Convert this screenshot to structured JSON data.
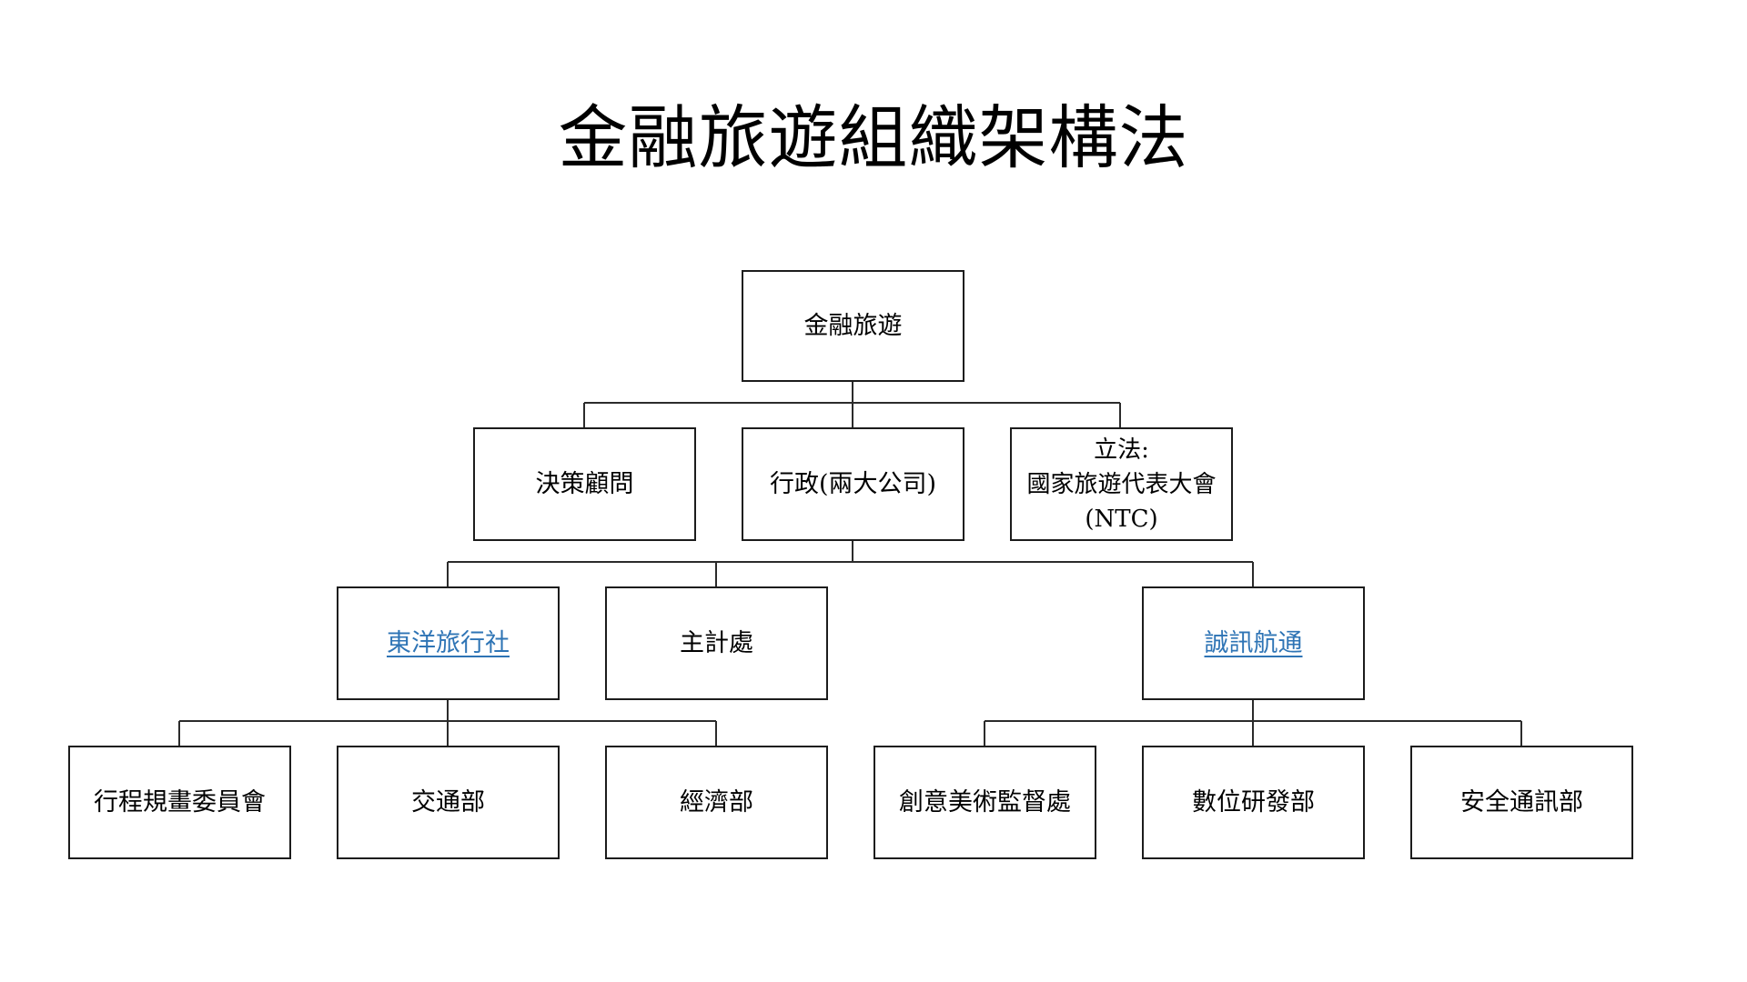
{
  "title": "金融旅遊組織架構法",
  "colors": {
    "box_border": "#1c1c1c",
    "connector": "#2b2b2b",
    "text": "#000000",
    "hyperlink": "#2E74B5",
    "background": "#ffffff"
  },
  "chart_data": {
    "type": "diagram",
    "diagram_type": "organizational-chart",
    "title": "金融旅遊組織架構法",
    "orientation": "top-down",
    "levels": 4,
    "nodes": [
      {
        "id": "root",
        "label": "金融旅遊",
        "level": 1,
        "parent": null,
        "link": false
      },
      {
        "id": "advisory",
        "label": "決策顧問",
        "level": 2,
        "parent": "root",
        "link": false
      },
      {
        "id": "exec",
        "label": "行政(兩大公司)",
        "level": 2,
        "parent": "root",
        "link": false
      },
      {
        "id": "legislative",
        "label": "立法:\n國家旅遊代表大會\n(NTC)",
        "level": 2,
        "parent": "root",
        "link": false
      },
      {
        "id": "toyo",
        "label": "東洋旅行社",
        "level": 3,
        "parent": "exec",
        "link": true
      },
      {
        "id": "accounting",
        "label": "主計處",
        "level": 3,
        "parent": "exec",
        "link": false
      },
      {
        "id": "chengxun",
        "label": "誠訊航通",
        "level": 3,
        "parent": "exec",
        "link": true
      },
      {
        "id": "itinerary",
        "label": "行程規畫委員會",
        "level": 4,
        "parent": "toyo",
        "link": false
      },
      {
        "id": "transport",
        "label": "交通部",
        "level": 4,
        "parent": "toyo",
        "link": false
      },
      {
        "id": "economy",
        "label": "經濟部",
        "level": 4,
        "parent": "toyo",
        "link": false
      },
      {
        "id": "creative",
        "label": "創意美術監督處",
        "level": 4,
        "parent": "chengxun",
        "link": false
      },
      {
        "id": "digital",
        "label": "數位研發部",
        "level": 4,
        "parent": "chengxun",
        "link": false
      },
      {
        "id": "security",
        "label": "安全通訊部",
        "level": 4,
        "parent": "chengxun",
        "link": false
      }
    ],
    "edges": [
      {
        "from": "root",
        "to": "advisory"
      },
      {
        "from": "root",
        "to": "exec"
      },
      {
        "from": "root",
        "to": "legislative"
      },
      {
        "from": "exec",
        "to": "toyo"
      },
      {
        "from": "exec",
        "to": "accounting"
      },
      {
        "from": "exec",
        "to": "chengxun"
      },
      {
        "from": "toyo",
        "to": "itinerary"
      },
      {
        "from": "toyo",
        "to": "transport"
      },
      {
        "from": "toyo",
        "to": "economy"
      },
      {
        "from": "chengxun",
        "to": "creative"
      },
      {
        "from": "chengxun",
        "to": "digital"
      },
      {
        "from": "chengxun",
        "to": "security"
      }
    ]
  },
  "nodes": {
    "root": "金融旅遊",
    "advisory": "決策顧問",
    "exec": "行政(兩大公司)",
    "legislative": "立法:\n國家旅遊代表大會\n(NTC)",
    "toyo": "東洋旅行社",
    "accounting": "主計處",
    "chengxun": "誠訊航通",
    "itinerary": "行程規畫委員會",
    "transport": "交通部",
    "economy": "經濟部",
    "creative": "創意美術監督處",
    "digital": "數位研發部",
    "security": "安全通訊部"
  }
}
